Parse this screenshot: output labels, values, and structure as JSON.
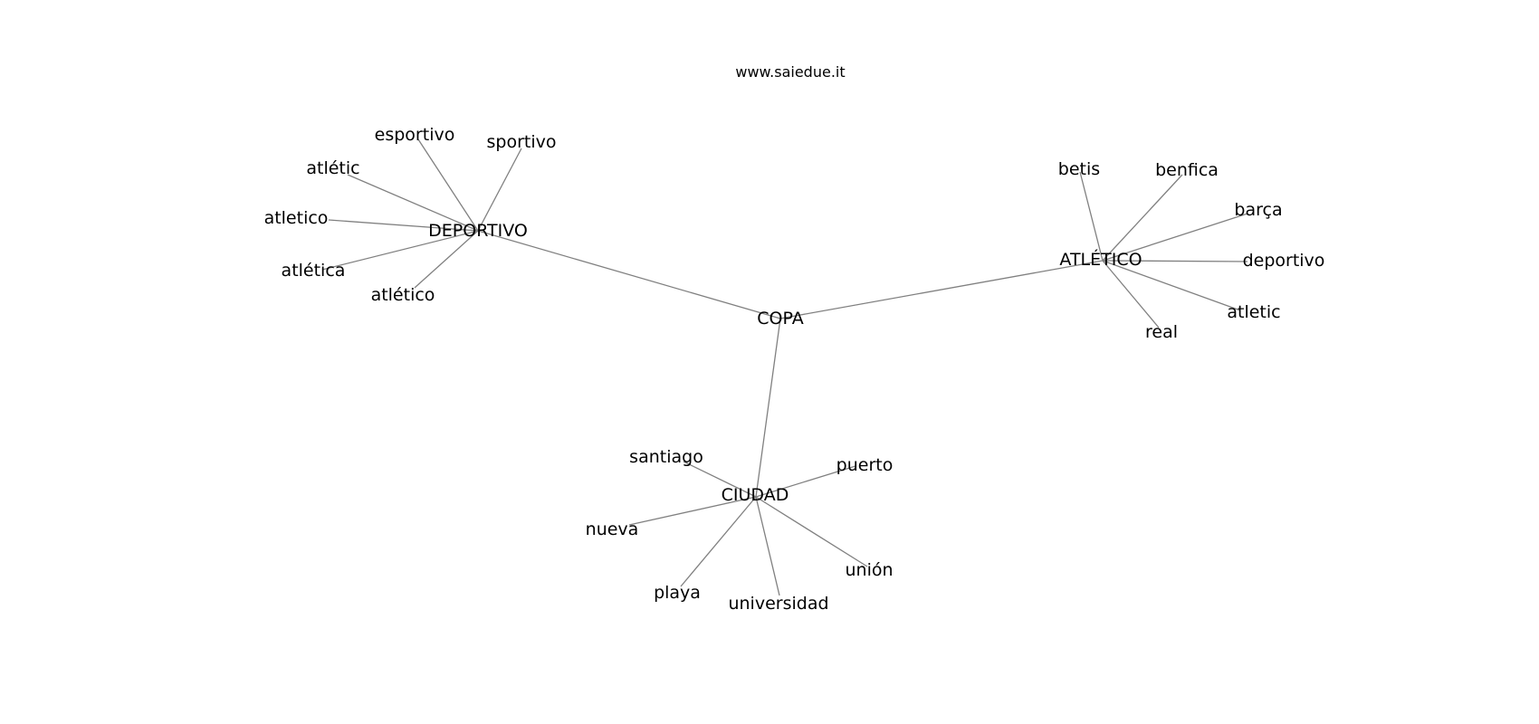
{
  "header": {
    "site": "www.saiedue.it"
  },
  "graph": {
    "center": "COPA",
    "hubs": [
      {
        "label": "DEPORTIVO",
        "leaves": [
          "esportivo",
          "sportivo",
          "atlétic",
          "atletico",
          "atlética",
          "atlético"
        ]
      },
      {
        "label": "ATLÉTICO",
        "leaves": [
          "betis",
          "benfica",
          "barça",
          "deportivo",
          "atletic",
          "real"
        ]
      },
      {
        "label": "CIUDAD",
        "leaves": [
          "santiago",
          "puerto",
          "nueva",
          "unión",
          "playa",
          "universidad"
        ]
      }
    ]
  }
}
